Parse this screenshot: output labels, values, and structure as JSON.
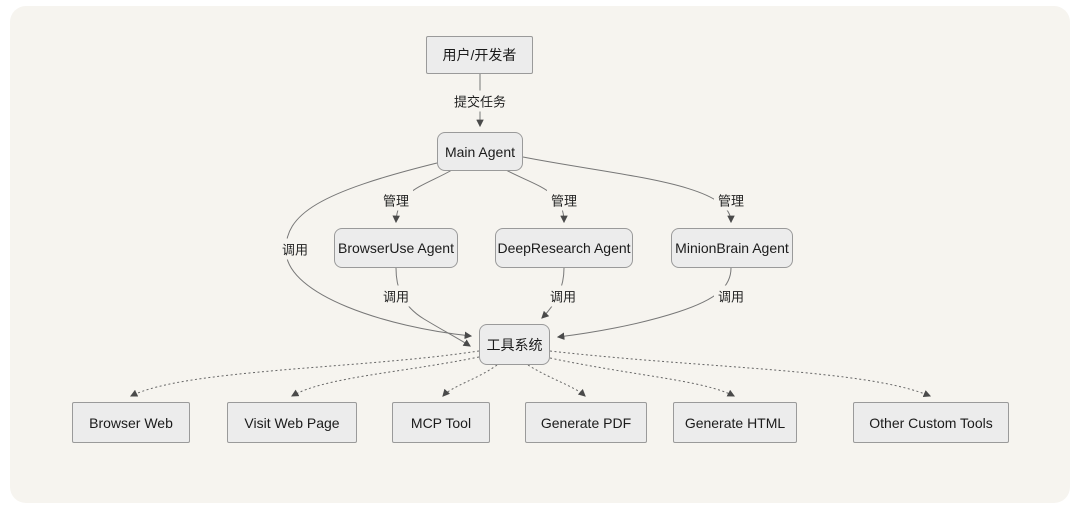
{
  "colors": {
    "page_background": "#ffffff",
    "canvas_background": "#f6f4ef",
    "node_fill": "#ececec",
    "node_border": "#9a9a9a",
    "node_text": "#1b1b1b",
    "edge_stroke": "#777777",
    "arrowhead": "#4a4a4a"
  },
  "nodes": {
    "user": {
      "label": "用户/开发者"
    },
    "main_agent": {
      "label": "Main Agent"
    },
    "browseruse_agent": {
      "label": "BrowserUse Agent"
    },
    "deepresearch_agent": {
      "label": "DeepResearch Agent"
    },
    "minionbrain_agent": {
      "label": "MinionBrain Agent"
    },
    "tool_system": {
      "label": "工具系统"
    },
    "browser_web": {
      "label": "Browser Web"
    },
    "visit_web_page": {
      "label": "Visit Web Page"
    },
    "mcp_tool": {
      "label": "MCP Tool"
    },
    "generate_pdf": {
      "label": "Generate PDF"
    },
    "generate_html": {
      "label": "Generate HTML"
    },
    "other_custom_tools": {
      "label": "Other Custom Tools"
    }
  },
  "edge_labels": {
    "submit_task": "提交任务",
    "manage_browseruse": "管理",
    "manage_deepresearch": "管理",
    "manage_minionbrain": "管理",
    "call_main": "调用",
    "call_browseruse": "调用",
    "call_deepresearch": "调用",
    "call_minionbrain": "调用"
  },
  "connections": [
    {
      "from": "用户/开发者",
      "to": "Main Agent",
      "label": "提交任务",
      "style": "solid"
    },
    {
      "from": "Main Agent",
      "to": "BrowserUse Agent",
      "label": "管理",
      "style": "solid"
    },
    {
      "from": "Main Agent",
      "to": "DeepResearch Agent",
      "label": "管理",
      "style": "solid"
    },
    {
      "from": "Main Agent",
      "to": "MinionBrain Agent",
      "label": "管理",
      "style": "solid"
    },
    {
      "from": "Main Agent",
      "to": "工具系统",
      "label": "调用",
      "style": "solid"
    },
    {
      "from": "BrowserUse Agent",
      "to": "工具系统",
      "label": "调用",
      "style": "solid"
    },
    {
      "from": "DeepResearch Agent",
      "to": "工具系统",
      "label": "调用",
      "style": "solid"
    },
    {
      "from": "MinionBrain Agent",
      "to": "工具系统",
      "label": "调用",
      "style": "solid"
    },
    {
      "from": "工具系统",
      "to": "Browser Web",
      "style": "dotted"
    },
    {
      "from": "工具系统",
      "to": "Visit Web Page",
      "style": "dotted"
    },
    {
      "from": "工具系统",
      "to": "MCP Tool",
      "style": "dotted"
    },
    {
      "from": "工具系统",
      "to": "Generate PDF",
      "style": "dotted"
    },
    {
      "from": "工具系统",
      "to": "Generate HTML",
      "style": "dotted"
    },
    {
      "from": "工具系统",
      "to": "Other Custom Tools",
      "style": "dotted"
    }
  ]
}
